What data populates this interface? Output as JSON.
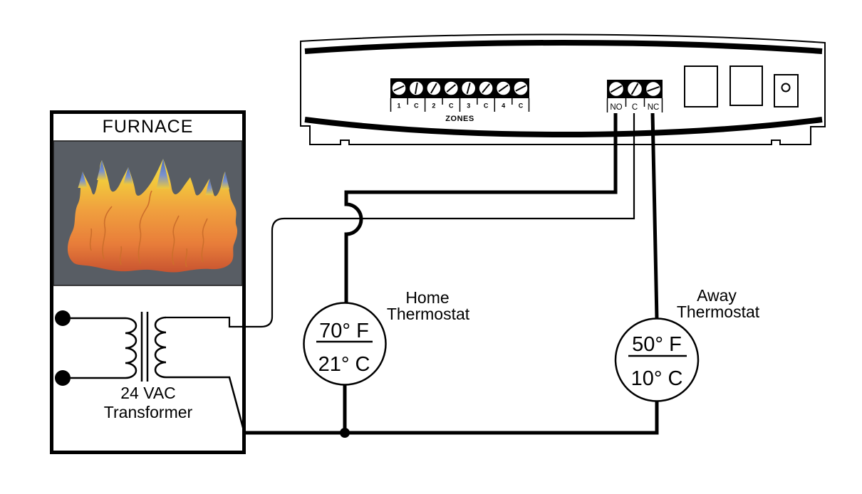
{
  "controller": {
    "zones": {
      "labels": [
        "1",
        "C",
        "2",
        "C",
        "3",
        "C",
        "4",
        "C"
      ],
      "group_label": "ZONES"
    },
    "relay": {
      "labels": [
        "NO",
        "C",
        "NC"
      ]
    }
  },
  "furnace": {
    "label": "FURNACE",
    "transformer": {
      "line1": "24 VAC",
      "line2": "Transformer"
    }
  },
  "thermostats": {
    "home": {
      "name1": "Home",
      "name2": "Thermostat",
      "fahrenheit": "70° F",
      "celsius": "21° C"
    },
    "away": {
      "name1": "Away",
      "name2": "Thermostat",
      "fahrenheit": "50° F",
      "celsius": "10° C"
    }
  },
  "colors": {
    "line": "#000000",
    "panel_bg": "#585d64",
    "flame_red": "#c85430",
    "flame_orange": "#f0a03e",
    "flame_yellow": "#f0d84a",
    "flame_blue_tip": "#4b6bbd"
  }
}
